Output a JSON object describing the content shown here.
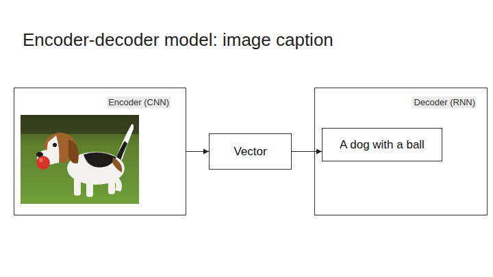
{
  "diagram": {
    "title": "Encoder-decoder model: image caption",
    "nodes": [
      {
        "text": [
          "Encoder (CNN)"
        ]
      },
      {
        "text": [
          "Vector"
        ]
      },
      {
        "text": [
          "Decoder (RNN)"
        ]
      },
      {
        "text": [
          "A dog with a ball"
        ],
        "in": 2
      }
    ],
    "edges": [
      {
        "from": 0,
        "to": 1,
        "arrow": "to"
      },
      {
        "from": 1,
        "to": 3,
        "arrow": "to"
      }
    ]
  }
}
